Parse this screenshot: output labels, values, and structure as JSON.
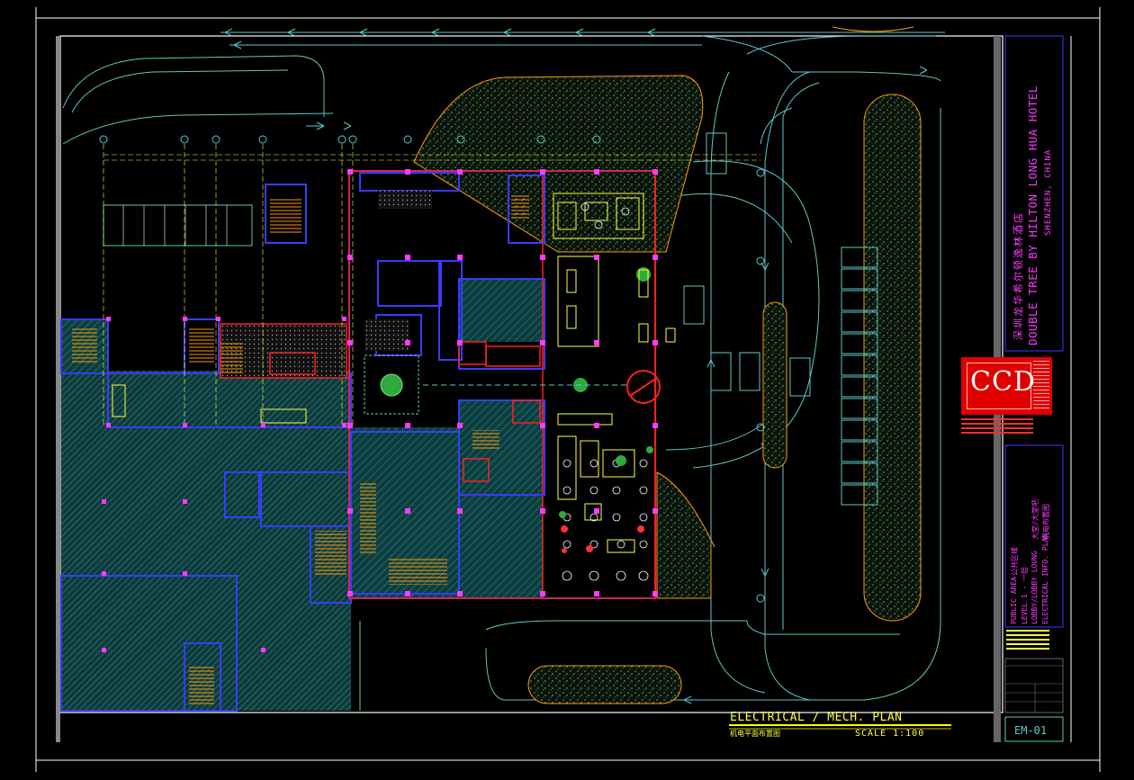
{
  "drawing": {
    "title": "ELECTRICAL / MECH. PLAN",
    "title_cn": "机电平面布置图",
    "scale": "SCALE 1:100",
    "sheet_number": "EM-01"
  },
  "project": {
    "name_cn": "深圳龙华希尔顿逸林酒店",
    "name_en": "DOUBLE TREE BY HILTON LONG HUA HOTEL",
    "location": "SHENZHEN, CHINA"
  },
  "company": {
    "logo": "CCD"
  },
  "sheet_info": {
    "area": "PUBLIC AREA",
    "area_cn": "公共区域",
    "level": "LEVEL 1 - 一层",
    "space": "LOBBY/LOBBY LOUNG",
    "space_cn": "大堂/大堂吧",
    "plan": "ELECTRICAL INFO. PLAN",
    "plan_cn": "机电布置图"
  },
  "colors": {
    "background": "#000000",
    "frame": "#ffffff",
    "walls": "#3b3bff",
    "columns": "#ff3bff",
    "hatch": "#1f7f7f",
    "landscape": "#2f8f5f",
    "road": "#5fc8c8",
    "furniture": "#ffff40",
    "stair": "#ff9900",
    "red_line": "#ff2020",
    "logo_red": "#e00000",
    "title_yellow": "#ffff00"
  }
}
